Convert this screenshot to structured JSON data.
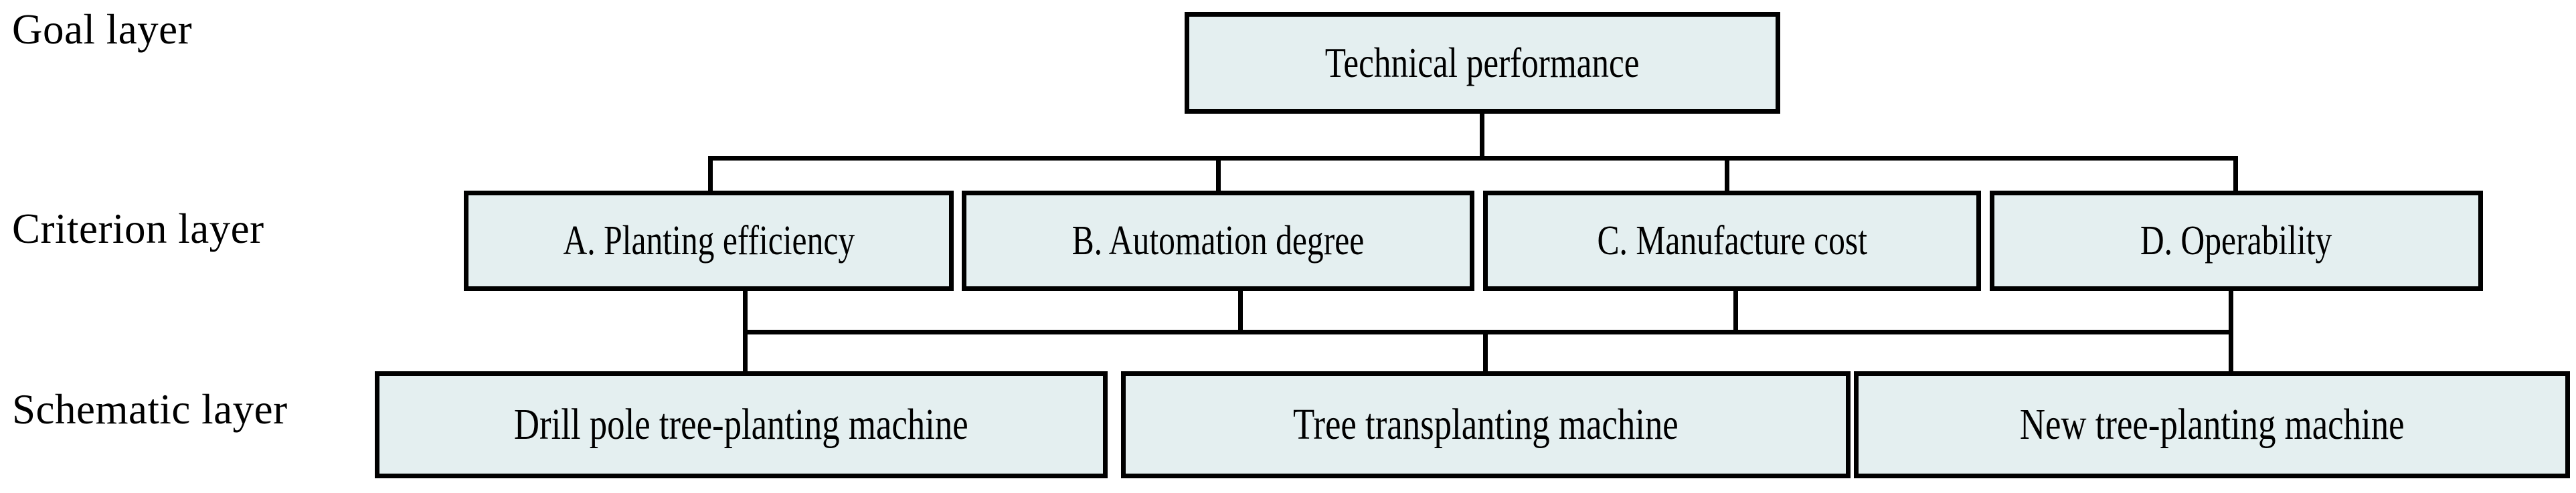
{
  "diagram": {
    "title_text": "Technical performance",
    "layers": [
      {
        "key": "goal",
        "label": "Goal layer"
      },
      {
        "key": "criterion",
        "label": "Criterion layer"
      },
      {
        "key": "schematic",
        "label": "Schematic layer"
      }
    ],
    "goal": {
      "label": "Technical performance"
    },
    "criteria": [
      {
        "id": "A",
        "label": "A. Planting efficiency"
      },
      {
        "id": "B",
        "label": "B. Automation degree"
      },
      {
        "id": "C",
        "label": "C. Manufacture cost"
      },
      {
        "id": "D",
        "label": "D. Operability"
      }
    ],
    "alternatives": [
      {
        "id": "S1",
        "label": "Drill pole tree-planting machine"
      },
      {
        "id": "S2",
        "label": "Tree transplanting machine"
      },
      {
        "id": "S3",
        "label": "New tree-planting machine"
      }
    ],
    "colors": {
      "box_fill": "#e4eff0",
      "box_border": "#000000",
      "connector": "#000000",
      "text": "#000000",
      "background": "#ffffff"
    }
  }
}
